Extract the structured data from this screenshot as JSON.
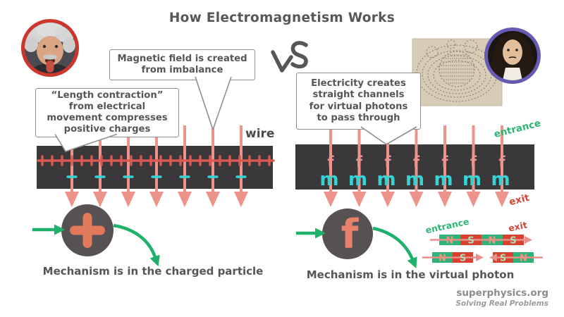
{
  "title": "How Electromagnetism Works",
  "versus_label": "vs",
  "colors": {
    "salmon_arrow": "#EC938C",
    "plus_red": "#DB5A52",
    "cyan": "#35D3D3",
    "green": "#1FB169",
    "bar_dark": "#3A383B",
    "particle_gray": "#565254",
    "particle_plus": "#E07A5A",
    "particle_f": "#E8826D",
    "magnet_green": "#2FB277",
    "magnet_red": "#D8402F",
    "einstein_ring": "#C9372D",
    "descartes_ring": "#675AB2",
    "exit_red": "#D0453A"
  },
  "left_panel": {
    "portrait": "einstein",
    "bubble_magnetic": "Magnetic field is created\nfrom imbalance",
    "bubble_contraction": "“Length contraction”\nfrom electrical\nmovement compresses\npositive charges",
    "wire_label": "wire",
    "wire": {
      "arrow_count": 7,
      "plus_count": 24,
      "minus_count": 7,
      "plus_symbol": "+",
      "minus_symbol": "-"
    },
    "particle_symbol": "+",
    "caption": "Mechanism is in the charged particle"
  },
  "right_panel": {
    "portrait": "descartes",
    "bubble_channels": "Electricity creates\nstraight channels\nfor virtual photons\nto pass through",
    "entrance_label": "entrance",
    "exit_label": "exit",
    "wire": {
      "arrow_count": 7,
      "f_count": 7,
      "m_count": 7,
      "f_symbol": "f",
      "m_symbol": "m"
    },
    "particle_symbol": "f",
    "caption": "Mechanism is in the virtual photon",
    "magnets": {
      "entrance_label": "entrance",
      "exit_label": "exit",
      "top_poles": [
        "N",
        "S",
        "N",
        "S"
      ],
      "bottom_left_poles": [
        "N",
        "S"
      ],
      "bottom_right_poles": [
        "S",
        "N"
      ]
    }
  },
  "footer": {
    "site": "superphysics.org",
    "tagline": "Solving Real Problems"
  }
}
